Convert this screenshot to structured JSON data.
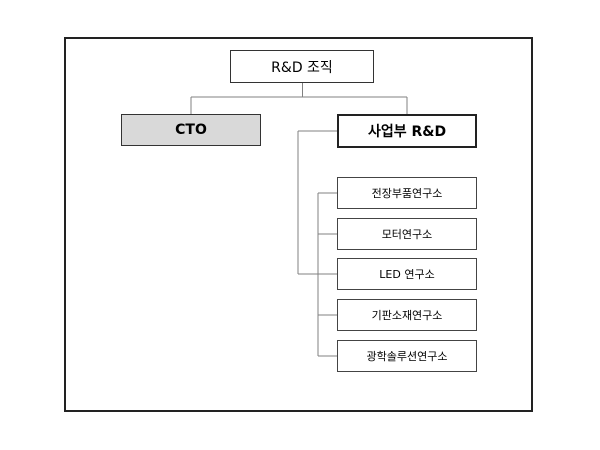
{
  "org_chart": {
    "root": {
      "label": "R&D 조직"
    },
    "cto": {
      "label": "CTO"
    },
    "division": {
      "label": "사업부 R&D"
    },
    "labs": [
      {
        "label": "전장부품연구소"
      },
      {
        "label": "모터연구소"
      },
      {
        "label": "LED 연구소"
      },
      {
        "label": "기판소재연구소"
      },
      {
        "label": "광학솔루션연구소"
      }
    ]
  },
  "colors": {
    "cto_fill": "#d9d9d9",
    "border": "#333333",
    "line": "#808080"
  }
}
